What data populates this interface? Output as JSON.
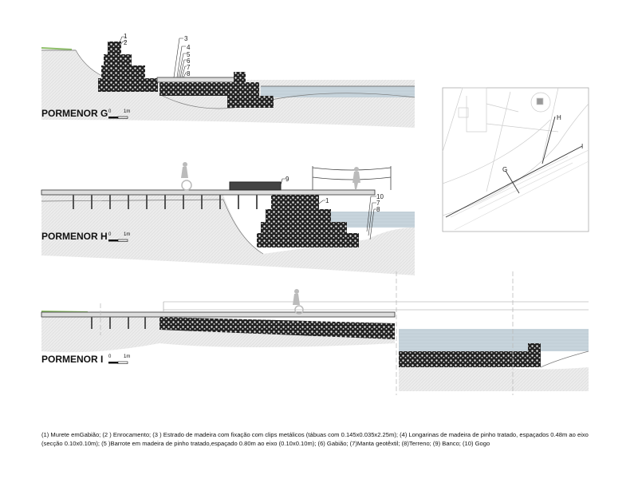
{
  "details": [
    {
      "title": "PORMENOR G",
      "scale": {
        "start": "0",
        "end": "1m"
      },
      "callouts": [
        "1",
        "2",
        "3",
        "4",
        "5",
        "6",
        "7",
        "8"
      ]
    },
    {
      "title": "PORMENOR H",
      "scale": {
        "start": "0",
        "end": "1m"
      },
      "callouts": [
        "9",
        "1",
        "10",
        "7",
        "8"
      ]
    },
    {
      "title": "PORMENOR I",
      "scale": {
        "start": "0",
        "end": "1m"
      }
    }
  ],
  "plan": {
    "section_marks": [
      "G",
      "H",
      "I"
    ]
  },
  "legend": "(1) Murete emGabião; (2 ) Enrocamento; (3 ) Estrado de madeira com fixação com clips metálicos (tábuas com 0.145x0.035x2.25m); (4) Longarinas de madeira de pinho tratado, espaçados 0.48m ao eixo (secção 0.10x0.10m); (5 )Barrote em madeira de pinho tratado,espaçado 0.80m ao eixo (0.10x0.10m); (6) Gabião; (7)Manta geotêxtil; (8)Terreno; (9) Banco; (10) Gogo",
  "colors": {
    "water": "#c9d6de",
    "ground": "#e9e9e9",
    "gabion": "#2a2a2a",
    "grass": "#8fbf6a"
  }
}
